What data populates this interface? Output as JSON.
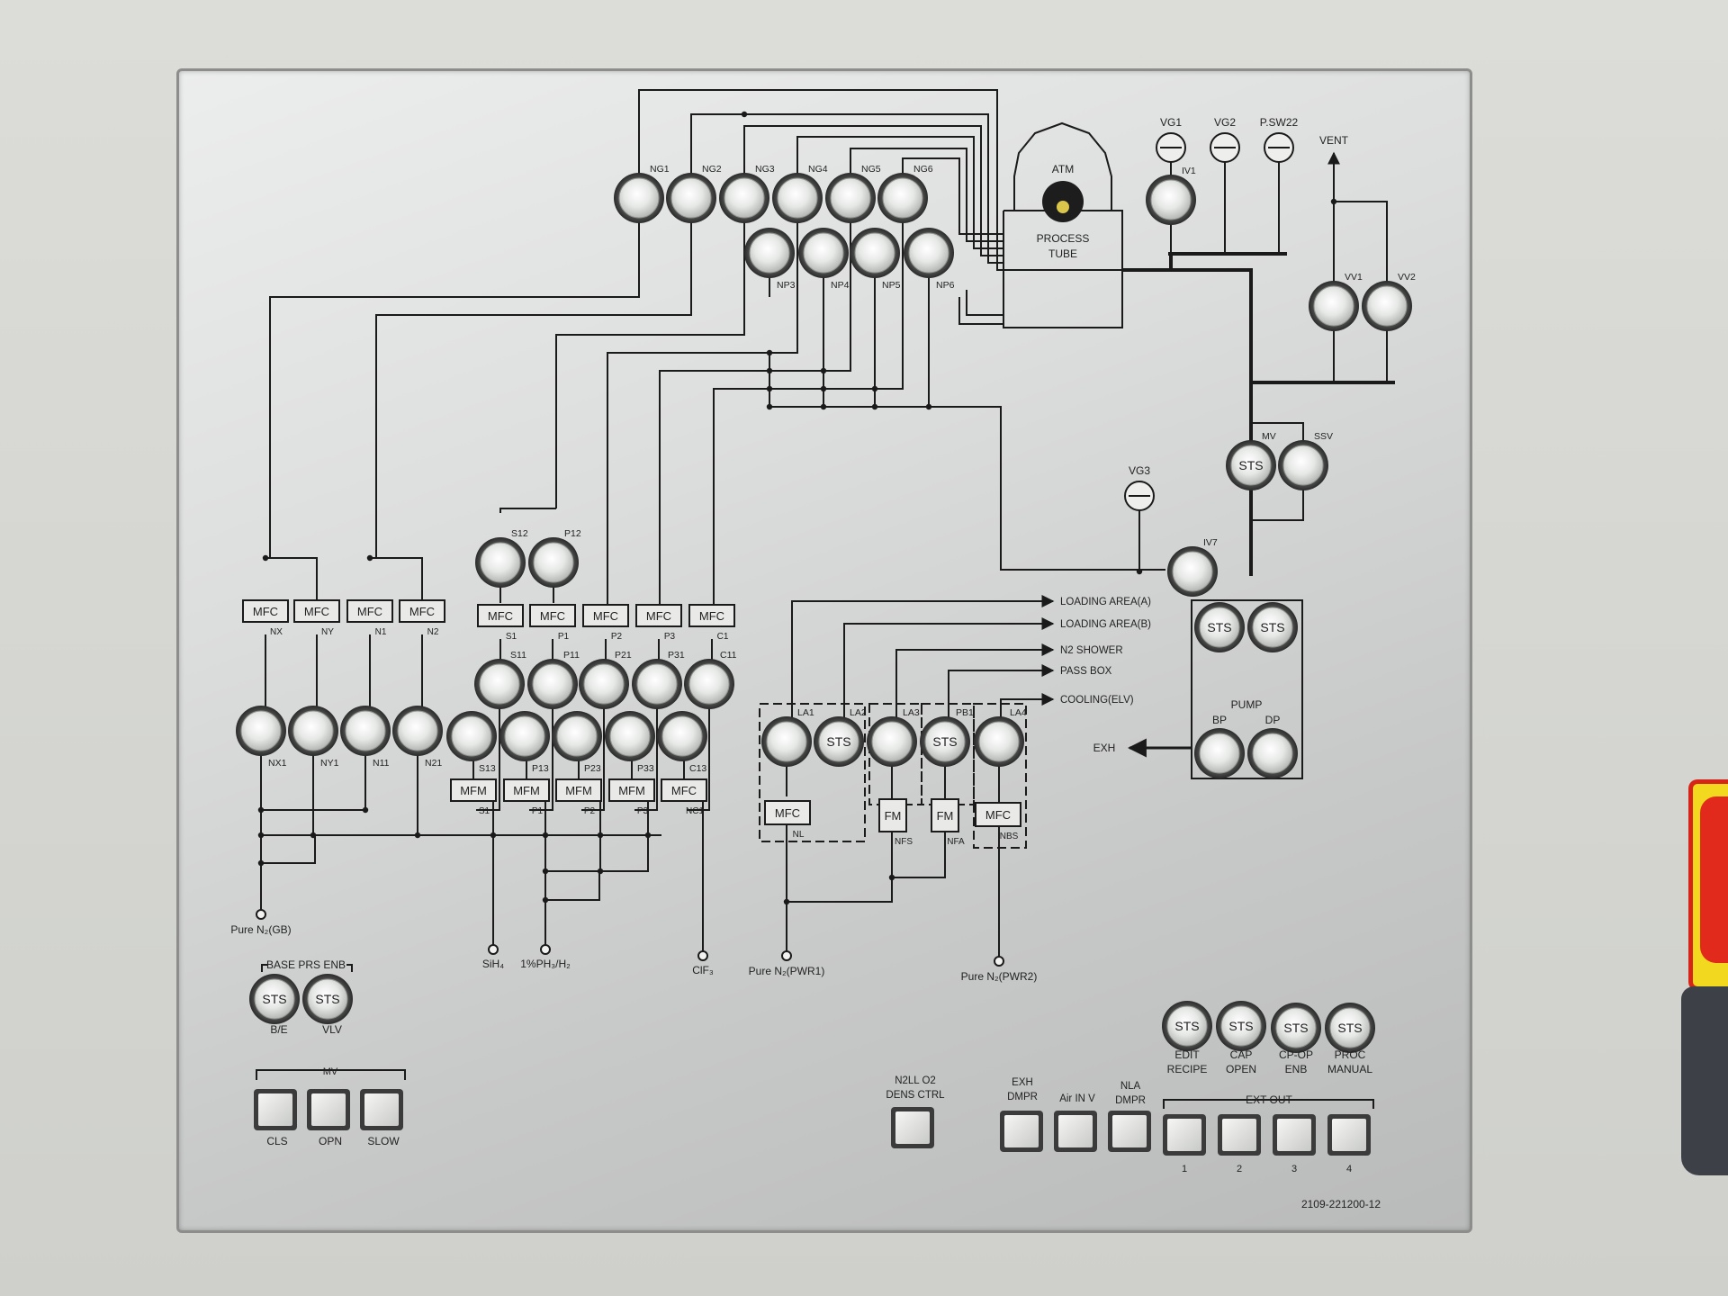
{
  "panel": {
    "part_number": "2109-221200-12",
    "process_tube_label": [
      "PROCESS",
      "TUBE"
    ],
    "atm_label": "ATM"
  },
  "valve_labels": {
    "top_ng": [
      "NG1",
      "NG2",
      "NG3",
      "NG4",
      "NG5",
      "NG6"
    ],
    "top_np": [
      "NP3",
      "NP4",
      "NP5",
      "NP6"
    ],
    "gauges": [
      "VG1",
      "VG2",
      "P.SW22"
    ],
    "iv1": "IV1",
    "vent": "VENT",
    "vv": [
      "VV1",
      "VV2"
    ],
    "mv": "MV",
    "ssv": "SSV",
    "vg3": "VG3",
    "iv7": "IV7",
    "s12": "S12",
    "p12": "P12",
    "mfc_left_sub": [
      "NX",
      "NY",
      "N1",
      "N2"
    ],
    "mfc_mid_sub": [
      "S1",
      "P1",
      "P2",
      "P3",
      "C1"
    ],
    "mid_valves_top": [
      "S11",
      "P11",
      "P21",
      "P31",
      "C11"
    ],
    "low_left_sub": [
      "NX1",
      "NY1",
      "N11",
      "N21"
    ],
    "low_mid_sub": [
      "S13",
      "P13",
      "P23",
      "P33",
      "C13"
    ],
    "mfm_sub": [
      "S1",
      "P1",
      "P2",
      "P3",
      "NC1"
    ],
    "la_labels": [
      "LA1",
      "LA2",
      "LA3",
      "PB1",
      "LA4"
    ],
    "nl": "NL",
    "nfs": "NFS",
    "nfa": "NFA",
    "nbs": "NBS",
    "pump": "PUMP",
    "bp": "BP",
    "dp": "DP",
    "exh": "EXH"
  },
  "box_text": {
    "mfc": "MFC",
    "mfm": "MFM",
    "fm": "FM",
    "sts": "STS"
  },
  "destinations": [
    "LOADING AREA(A)",
    "LOADING AREA(B)",
    "N2 SHOWER",
    "PASS BOX",
    "COOLING(ELV)"
  ],
  "sources": [
    "Pure N₂(GB)",
    "SiH₄",
    "1%PH₃/H₂",
    "ClF₃",
    "Pure N₂(PWR1)",
    "Pure N₂(PWR2)"
  ],
  "base_prs": {
    "title": "BASE PRS ENB",
    "buttons": [
      "B/E",
      "VLV"
    ]
  },
  "mv_group": {
    "title": "MV",
    "buttons": [
      "CLS",
      "OPN",
      "SLOW"
    ]
  },
  "status_buttons": [
    {
      "line1": "EDIT",
      "line2": "RECIPE"
    },
    {
      "line1": "CAP",
      "line2": "OPEN"
    },
    {
      "line1": "CP-OP",
      "line2": "ENB"
    },
    {
      "line1": "PROC",
      "line2": "MANUAL"
    }
  ],
  "bottom_buttons": {
    "n2ll": [
      "N2LL O2",
      "DENS CTRL"
    ],
    "exh_dmpr": [
      "EXH",
      "DMPR"
    ],
    "air_in": "Air IN V",
    "nla_dmpr": [
      "NLA",
      "DMPR"
    ],
    "ext_out": "EXT OUT",
    "ext_numbers": [
      "1",
      "2",
      "3",
      "4"
    ]
  },
  "colors": {
    "panel": "#d6d7d7",
    "line": "#1a1a1a",
    "sticker_red": "#e12a1c",
    "sticker_yellow": "#f3d820"
  }
}
